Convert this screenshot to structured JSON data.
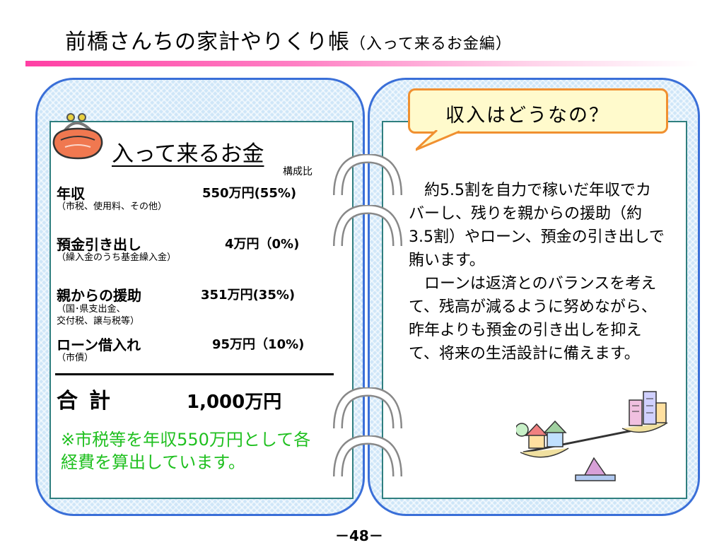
{
  "header": {
    "title": "前橋さんちの家計やりくり帳",
    "subtitle": "（入って来るお金編）"
  },
  "left_panel": {
    "heading": "入って来るお金",
    "ratio_header": "構成比",
    "items": [
      {
        "label": "年収",
        "amount": "550万円(55%)",
        "note": "（市税、使用料、その他）"
      },
      {
        "label": "預金引き出し",
        "amount": "4万円（0%)",
        "note": "（繰入金のうち基金繰入金）"
      },
      {
        "label": "親からの援助",
        "amount": "351万円(35%)",
        "note_lines": [
          "（国･県支出金、",
          "交付税、譲与税等）"
        ]
      },
      {
        "label": "ローン借入れ",
        "amount": "95万円（10%)",
        "note": "（市債）"
      }
    ],
    "total_label": "合計",
    "total_amount": "1,000万円",
    "footnote": "※市税等を年収550万円として各経費を算出しています。"
  },
  "right_panel": {
    "bubble": "収入はどうなの？",
    "paragraphs": [
      "　約5.5割を自力で稼いだ年収でカバーし、残りを親からの援助（約3.5割）やローン、預金の引き出しで賄います。",
      "　ローンは返済とのバランスを考えて、残高が減るように努めながら、昨年よりも預金の引き出しを抑えて、将来の生活設計に備えます。"
    ]
  },
  "footer": {
    "page_number": "－48－"
  },
  "colors": {
    "title_bar": "#ff3fa4",
    "page_border": "#3a6fd8",
    "page_fill": "#cfe6f8",
    "inner_border": "#2f7f7f",
    "footnote": "#20c020",
    "bubble_border": "#f09030",
    "bubble_fill": "#fffacc",
    "purse": "#f07850"
  },
  "icons": {
    "purse": "coin-purse-icon",
    "illustration": "houses-on-scale-illustration"
  }
}
